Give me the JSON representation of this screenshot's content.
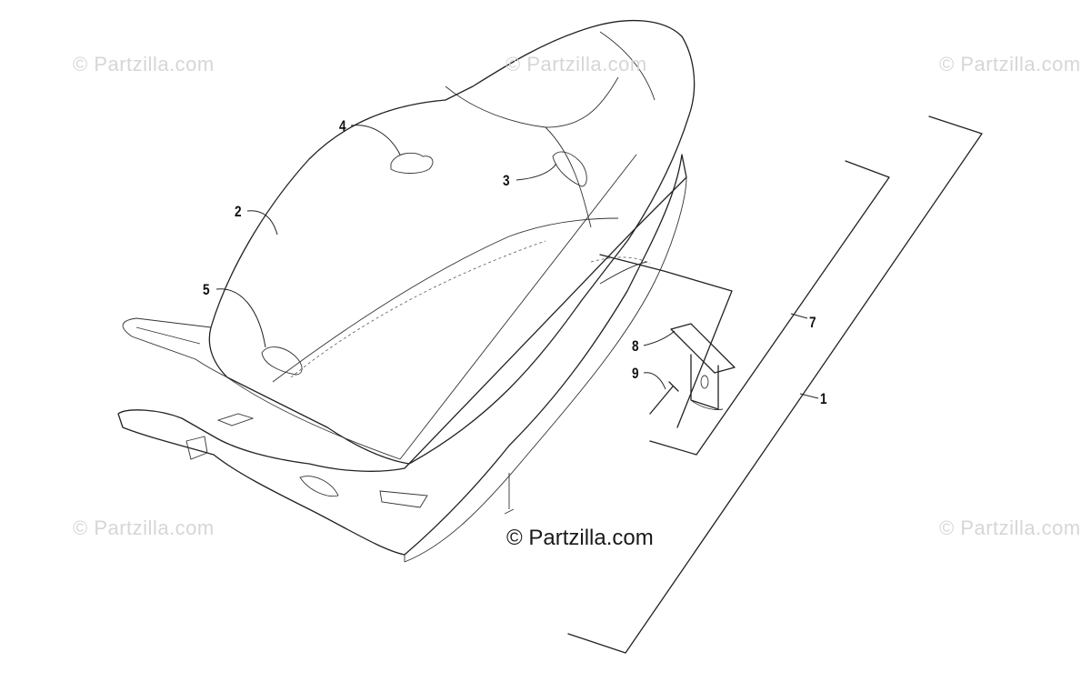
{
  "diagram": {
    "callouts": [
      "1",
      "2",
      "3",
      "4",
      "5",
      "7",
      "8",
      "9"
    ],
    "watermarks": [
      "© Partzilla.com",
      "© Partzilla.com",
      "© Partzilla.com",
      "© Partzilla.com",
      "© Partzilla.com",
      "© Partzilla.com"
    ],
    "center_watermark": "© Partzilla.com"
  }
}
